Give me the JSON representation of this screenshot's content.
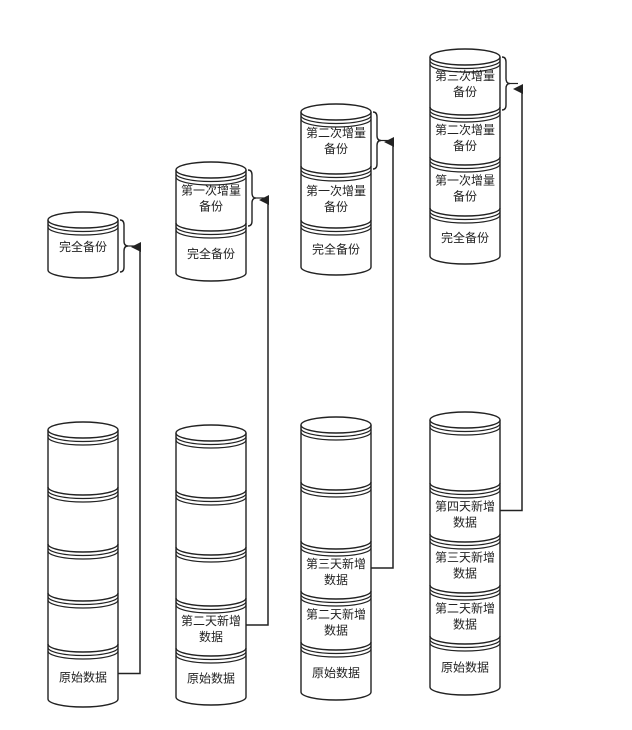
{
  "colors": {
    "stroke": "#222222",
    "fill": "#ffffff",
    "background": "#ffffff"
  },
  "backup_stacks": [
    {
      "segments": [
        {
          "label": "完全备份"
        }
      ]
    },
    {
      "segments": [
        {
          "label": "第一次增量\n备份"
        },
        {
          "label": "完全备份"
        }
      ]
    },
    {
      "segments": [
        {
          "label": "第二次增量\n备份"
        },
        {
          "label": "第一次增量\n备份"
        },
        {
          "label": "完全备份"
        }
      ]
    },
    {
      "segments": [
        {
          "label": "第三次增量\n备份"
        },
        {
          "label": "第二次增量\n备份"
        },
        {
          "label": "第一次增量\n备份"
        },
        {
          "label": "完全备份"
        }
      ]
    }
  ],
  "data_stacks": [
    {
      "segments": [
        {
          "label": ""
        },
        {
          "label": ""
        },
        {
          "label": ""
        },
        {
          "label": ""
        },
        {
          "label": "原始数据"
        }
      ]
    },
    {
      "segments": [
        {
          "label": ""
        },
        {
          "label": ""
        },
        {
          "label": ""
        },
        {
          "label": "第二天新增\n数据"
        },
        {
          "label": "原始数据"
        }
      ]
    },
    {
      "segments": [
        {
          "label": ""
        },
        {
          "label": ""
        },
        {
          "label": "第三天新增\n数据"
        },
        {
          "label": "第二天新增\n数据"
        },
        {
          "label": "原始数据"
        }
      ]
    },
    {
      "segments": [
        {
          "label": ""
        },
        {
          "label": "第四天新增\n数据"
        },
        {
          "label": "第三天新增\n数据"
        },
        {
          "label": "第二天新增\n数据"
        },
        {
          "label": "原始数据"
        }
      ]
    }
  ]
}
